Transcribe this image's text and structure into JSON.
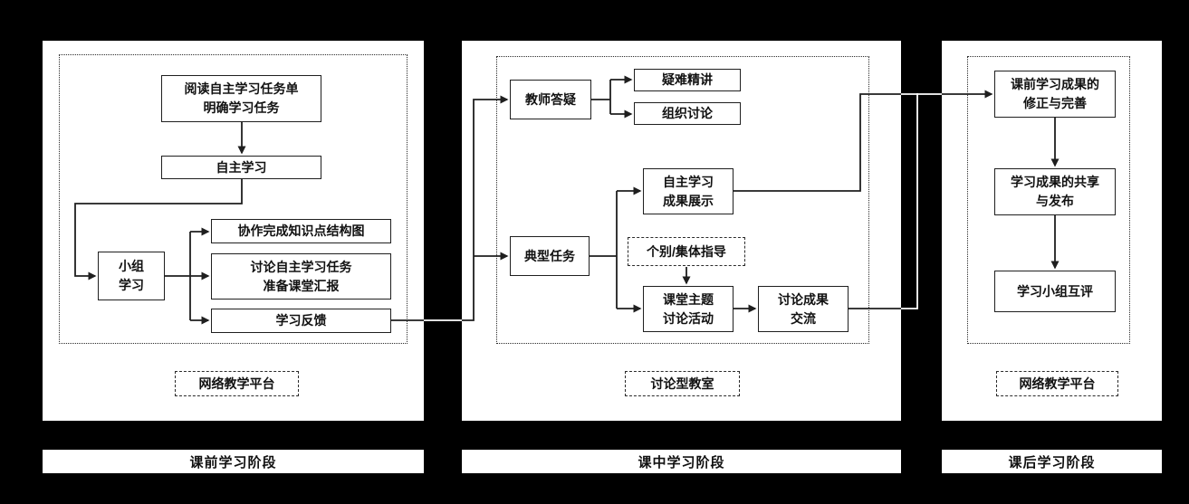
{
  "colors": {
    "background": "#000000",
    "panel_bg": "#ffffff",
    "line_color": "#1f1f1f",
    "gap_line_color": "#ffffff",
    "text_color": "#111111"
  },
  "stage_bars": {
    "pre": "课前学习阶段",
    "mid": "课中学习阶段",
    "post": "课后学习阶段"
  },
  "pre": {
    "read_task_line1": "阅读自主学习任务单",
    "read_task_line2": "明确学习任务",
    "self_study": "自主学习",
    "group_line1": "小组",
    "group_line2": "学习",
    "collab": "协作完成知识点结构图",
    "discuss_line1": "讨论自主学习任务",
    "discuss_line2": "准备课堂汇报",
    "feedback": "学习反馈",
    "platform": "网络教学平台"
  },
  "mid": {
    "teacher_qa": "教师答疑",
    "difficult": "疑难精讲",
    "organize": "组织讨论",
    "typical": "典型任务",
    "achievement_line1": "自主学习",
    "achievement_line2": "成果展示",
    "guidance": "个别/集体指导",
    "discussion_line1": "课堂主题",
    "discussion_line2": "讨论活动",
    "exchange_line1": "讨论成果",
    "exchange_line2": "交流",
    "classroom": "讨论型教室"
  },
  "post": {
    "revise_line1": "课前学习成果的",
    "revise_line2": "修正与完善",
    "share_line1": "学习成果的共享",
    "share_line2": "与发布",
    "peer_review": "学习小组互评",
    "platform": "网络教学平台"
  }
}
